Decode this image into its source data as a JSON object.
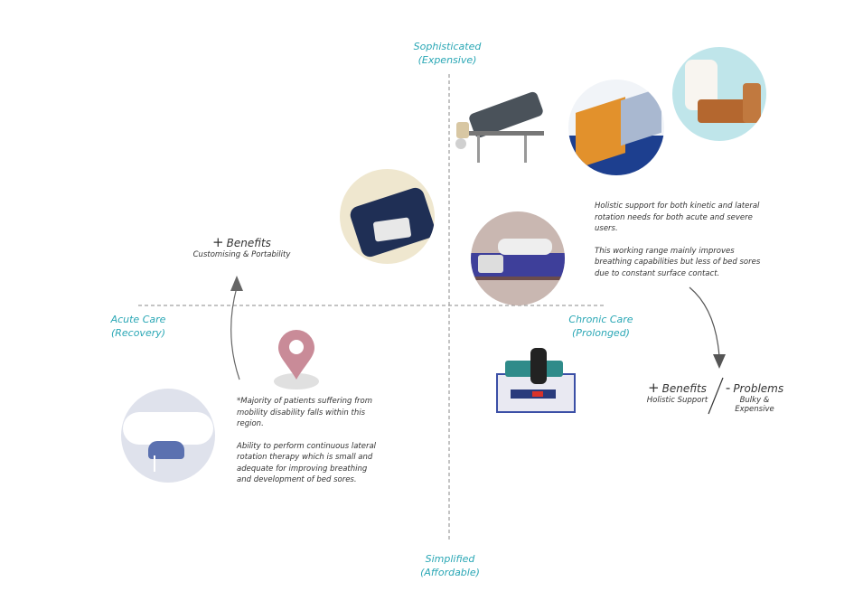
{
  "axes": {
    "top": {
      "line1": "Sophisticated",
      "line2": "(Expensive)"
    },
    "bottom": {
      "line1": "Simplified",
      "line2": "(Affordable)"
    },
    "left": {
      "line1": "Acute Care",
      "line2": "(Recovery)"
    },
    "right": {
      "line1": "Chronic Care",
      "line2": "(Prolonged)"
    }
  },
  "benefits_left": {
    "sign": "+",
    "title": "Benefits",
    "subtitle": "Customising & Portability"
  },
  "benefits_right": {
    "sign": "+",
    "title": "Benefits",
    "subtitle": "Holistic Support"
  },
  "problems_right": {
    "sign": "-",
    "title": "Problems",
    "subtitle": "Bulky & Expensive"
  },
  "note_left": {
    "p1": "*Majority of patients suffering from mobility disability falls within this region.",
    "p2": "Ability to perform continuous lateral rotation therapy which is small and adequate for improving breathing and development of bed sores."
  },
  "note_right": {
    "p1": "Holistic support for both kinetic and lateral rotation needs for both acute and severe users.",
    "p2": "This working range  mainly improves breathing capabilities but less of bed sores due to constant  surface contact."
  },
  "colors": {
    "accent": "#2aa7b5",
    "pin": "#c98b98",
    "text": "#333333",
    "axis": "#888888"
  },
  "icons": [
    "location-pin-icon",
    "curved-arrow-up-icon",
    "curved-arrow-down-icon"
  ]
}
